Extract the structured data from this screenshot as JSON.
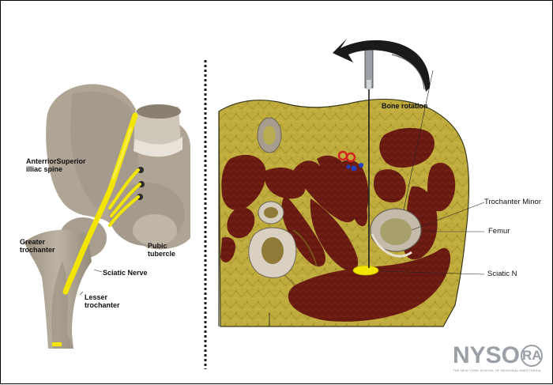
{
  "labels": {
    "asis": "AnterriorSuperior",
    "asis2": "illiac spine",
    "greater": "Greater",
    "greater2": "trochanter",
    "pubic": "Pubic",
    "pubic2": "tubercle",
    "sciatic_nerve": "Sciatic Nerve",
    "lesser": "Lesser",
    "lesser2": "trochanter",
    "bone_rotation": "Bone rotation",
    "trochanter_minor": "Trochanter Minor",
    "femur": "Femur",
    "sciatic_n": "Sciatic N"
  },
  "logo": {
    "word": "NYSO",
    "circle": "RA",
    "tagline": "THE NEW YORK SCHOOL OF REGIONAL ANESTHESIA"
  },
  "colors": {
    "bone": "#b5aa9b",
    "bone_dark": "#8d8374",
    "nerve": "#f2e600",
    "muscle": "#6a1a12",
    "fat": "#bca83a",
    "vessel_red": "#d22020",
    "vessel_blue": "#2040c0"
  }
}
